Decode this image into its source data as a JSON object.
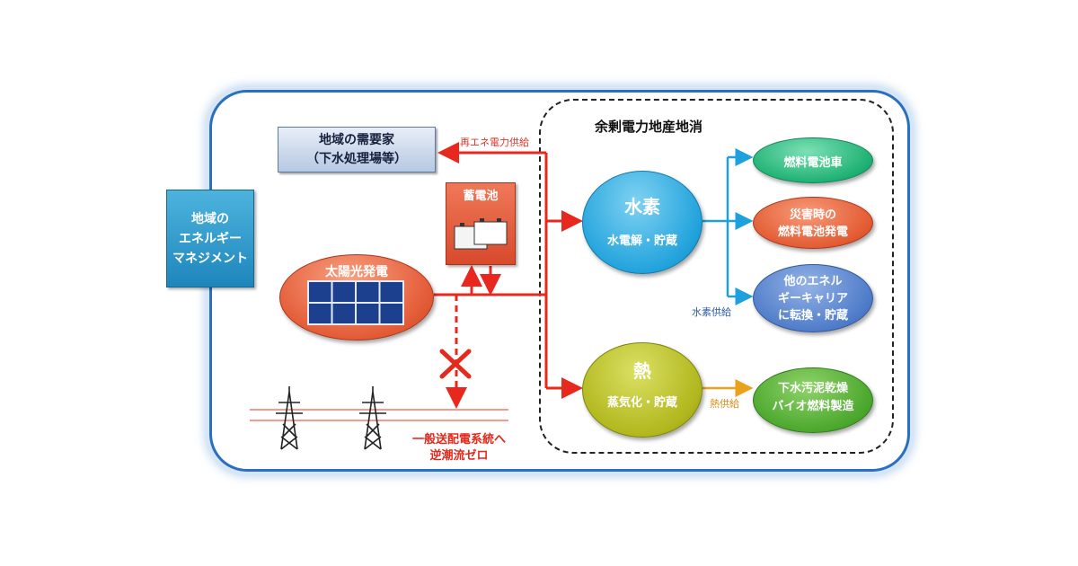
{
  "surplus_area": {
    "title": "余剰電力地産地消"
  },
  "demand_box": {
    "line1": "地域の需要家",
    "line2": "（下水処理場等）"
  },
  "ems_box": {
    "line1": "地域の",
    "line2": "エネルギー",
    "line3": "マネジメント"
  },
  "battery": {
    "label": "蓄電池"
  },
  "solar": {
    "label": "太陽光発電"
  },
  "hydrogen": {
    "title": "水素",
    "subtitle": "水電解・貯蔵"
  },
  "heat": {
    "title": "熱",
    "subtitle": "蒸気化・貯蔵"
  },
  "outputs": {
    "fcv": "燃料電池車",
    "disaster_line1": "災害時の",
    "disaster_line2": "燃料電池発電",
    "carrier_line1": "他のエネル",
    "carrier_line2": "ギーキャリア",
    "carrier_line3": "に転換・貯蔵",
    "sludge_line1": "下水汚泥乾燥",
    "sludge_line2": "バイオ燃料製造"
  },
  "flow_labels": {
    "renewable_supply": "再エネ電力供給",
    "hydrogen_supply": "水素供給",
    "heat_supply": "熱供給"
  },
  "grid": {
    "line1": "一般送配電系統へ",
    "line2": "逆潮流ゼロ"
  },
  "colors": {
    "electric": "#e8281e",
    "hydrogen": "#1ea0dc",
    "heat": "#e9a21a",
    "frame": "#2a6fc0"
  }
}
